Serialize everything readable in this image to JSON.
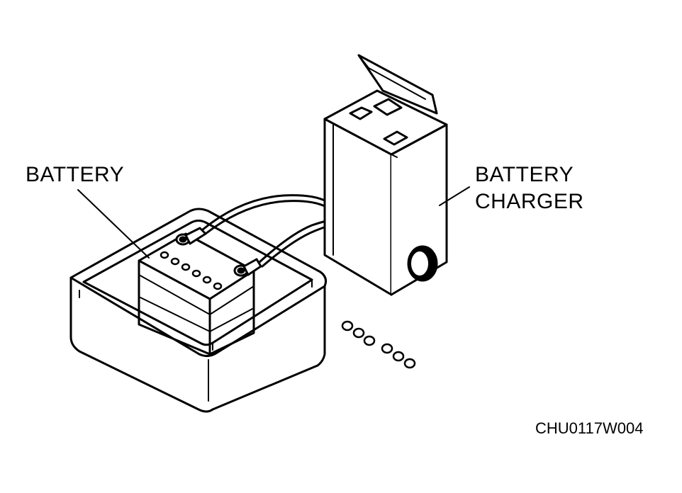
{
  "labels": {
    "battery": "BATTERY",
    "charger_line1": "BATTERY",
    "charger_line2": "CHARGER",
    "figure_code": "CHU0117W004"
  },
  "colors": {
    "ink": "#000000",
    "paper": "#ffffff"
  }
}
